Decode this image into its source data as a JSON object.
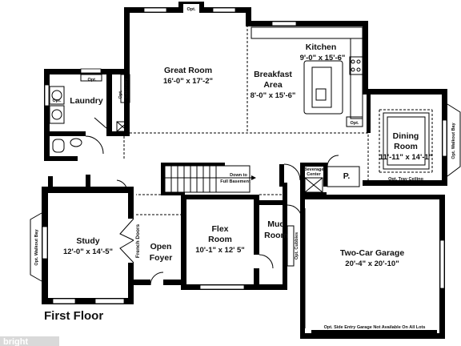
{
  "plan": {
    "title": "First Floor",
    "watermark": "bright",
    "rooms": {
      "great_room": {
        "name": "Great Room",
        "dim": "16'-0\" x 17'-2\""
      },
      "breakfast": {
        "name_1": "Breakfast",
        "name_2": "Area",
        "dim": "8'-0\" x 15'-6\""
      },
      "kitchen": {
        "name": "Kitchen",
        "dim": "9'-0\" x 15'-6\""
      },
      "laundry": {
        "name": "Laundry"
      },
      "dining": {
        "name_1": "Dining",
        "name_2": "Room",
        "dim": "11'-11\" x 14'-1\""
      },
      "study": {
        "name": "Study",
        "dim": "12'-0\" x 14'-5\""
      },
      "foyer": {
        "name_1": "Open",
        "name_2": "Foyer"
      },
      "flex": {
        "name_1": "Flex",
        "name_2": "Room",
        "dim": "10'-1\" x 12' 5\""
      },
      "mud": {
        "name_1": "Mud",
        "name_2": "Room"
      },
      "garage": {
        "name": "Two-Car Garage",
        "dim": "20'-4\" x 20'-10\""
      },
      "pantry": {
        "name": "P."
      }
    },
    "notes": {
      "opt_top": "Opt.",
      "opt_laundry": "Opt.",
      "opt_cabinetry_1": "Opt.",
      "opt_cabinetry_2": "Cabinetry",
      "opt_sink": "Opt.",
      "opt_fireplace": "Opt.",
      "walkout_bay_right": "Opt. Walkout Bay",
      "walkout_bay_left": "Opt. Walkout Bay",
      "tray_ceiling": "Opt. Tray Ceiling",
      "beverage_1": "Beverage",
      "beverage_2": "Center",
      "down_1": "Down to",
      "down_2": "Full Basement",
      "french_doors": "French Doors",
      "opt_cubbies": "Opt. Cubbies",
      "garage_entry": "Opt. Side Entry Garage Not Available On All Lots"
    }
  }
}
